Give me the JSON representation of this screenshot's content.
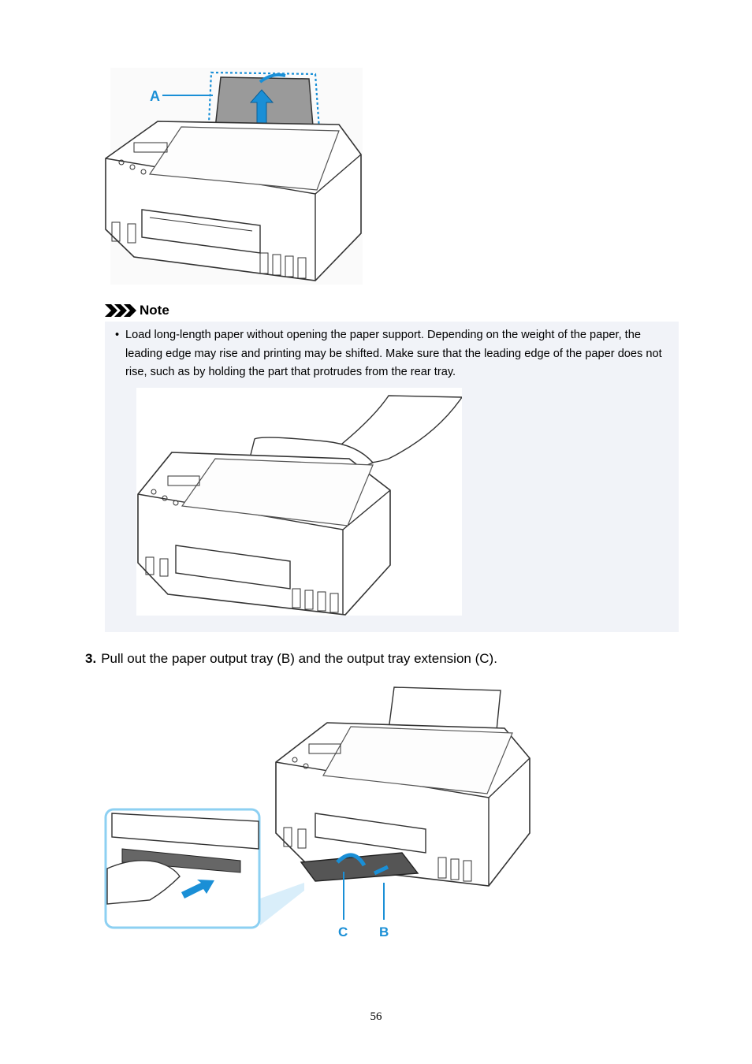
{
  "figure_top": {
    "callout": "A",
    "colors": {
      "accent": "#1a8fd6",
      "outline": "#333333"
    }
  },
  "note": {
    "heading": "Note",
    "items": [
      "Load long-length paper without opening the paper support. Depending on the weight of the paper, the leading edge may rise and printing may be shifted. Make sure that the leading edge of the paper does not rise, such as by holding the part that protrudes from the rear tray."
    ]
  },
  "step": {
    "number": "3.",
    "text": "Pull out the paper output tray (B) and the output tray extension (C)."
  },
  "figure_bottom": {
    "callout_c": "C",
    "callout_b": "B"
  },
  "page": {
    "number": "56"
  }
}
